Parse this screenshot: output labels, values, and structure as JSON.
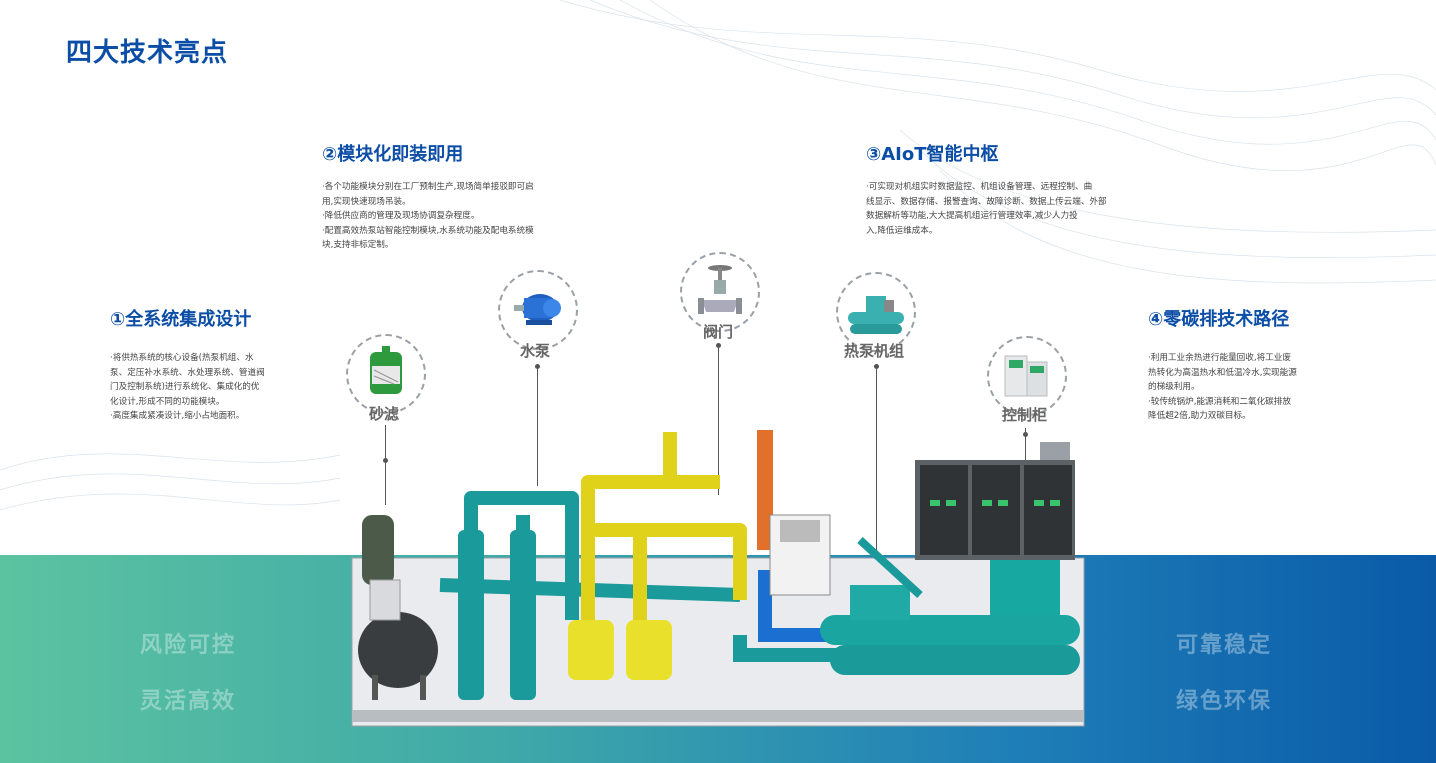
{
  "page": {
    "title": "四大技术亮点"
  },
  "highlights": [
    {
      "title": "①全系统集成设计",
      "lines": [
        "·将供热系统的核心设备(热泵机组、水",
        "泵、定压补水系统、水处理系统、管道阀",
        "门及控制系统)进行系统化、集成化的优",
        "化设计,形成不同的功能模块。",
        "·高度集成紧凑设计,缩小占地面积。"
      ]
    },
    {
      "title": "②模块化即装即用",
      "lines": [
        "·各个功能模块分别在工厂预制生产,现场简单接驳即可启",
        "用,实现快速现场吊装。",
        "·降低供应商的管理及现场协调复杂程度。",
        "·配置高效热泵站智能控制模块,水系统功能及配电系统模",
        "块,支持非标定制。"
      ]
    },
    {
      "title": "③AIoT智能中枢",
      "lines": [
        "·可实现对机组实时数据监控、机组设备管理、远程控制、曲",
        "线显示、数据存储、报警查询、故障诊断、数据上传云端、外部",
        "数据解析等功能,大大提高机组运行管理效率,减少人力投",
        "入,降低运维成本。"
      ]
    },
    {
      "title": "④零碳排技术路径",
      "lines": [
        "·利用工业余热进行能量回收,将工业废",
        "热转化为高温热水和低温冷水,实现能源",
        "的梯级利用。",
        "·较传统锅炉,能源消耗和二氧化碳排放",
        "降低超2倍,助力双碳目标。"
      ]
    }
  ],
  "components": [
    {
      "label": "砂滤",
      "icon": "sand-filter-icon"
    },
    {
      "label": "水泵",
      "icon": "water-pump-icon"
    },
    {
      "label": "阀门",
      "icon": "valve-icon"
    },
    {
      "label": "热泵机组",
      "icon": "heat-pump-unit-icon"
    },
    {
      "label": "控制柜",
      "icon": "control-cabinet-icon"
    }
  ],
  "slogans": {
    "left": [
      "风险可控",
      "灵活高效"
    ],
    "right": [
      "可靠稳定",
      "绿色环保"
    ]
  },
  "colors": {
    "brand": "#0c4ea6",
    "band_start": "#5cc3a0",
    "band_end": "#0a5aa8",
    "pipe_teal": "#1a9a9a",
    "pipe_yellow": "#e0d21a",
    "pipe_orange": "#e0702a",
    "pipe_blue": "#1a6fd0"
  }
}
